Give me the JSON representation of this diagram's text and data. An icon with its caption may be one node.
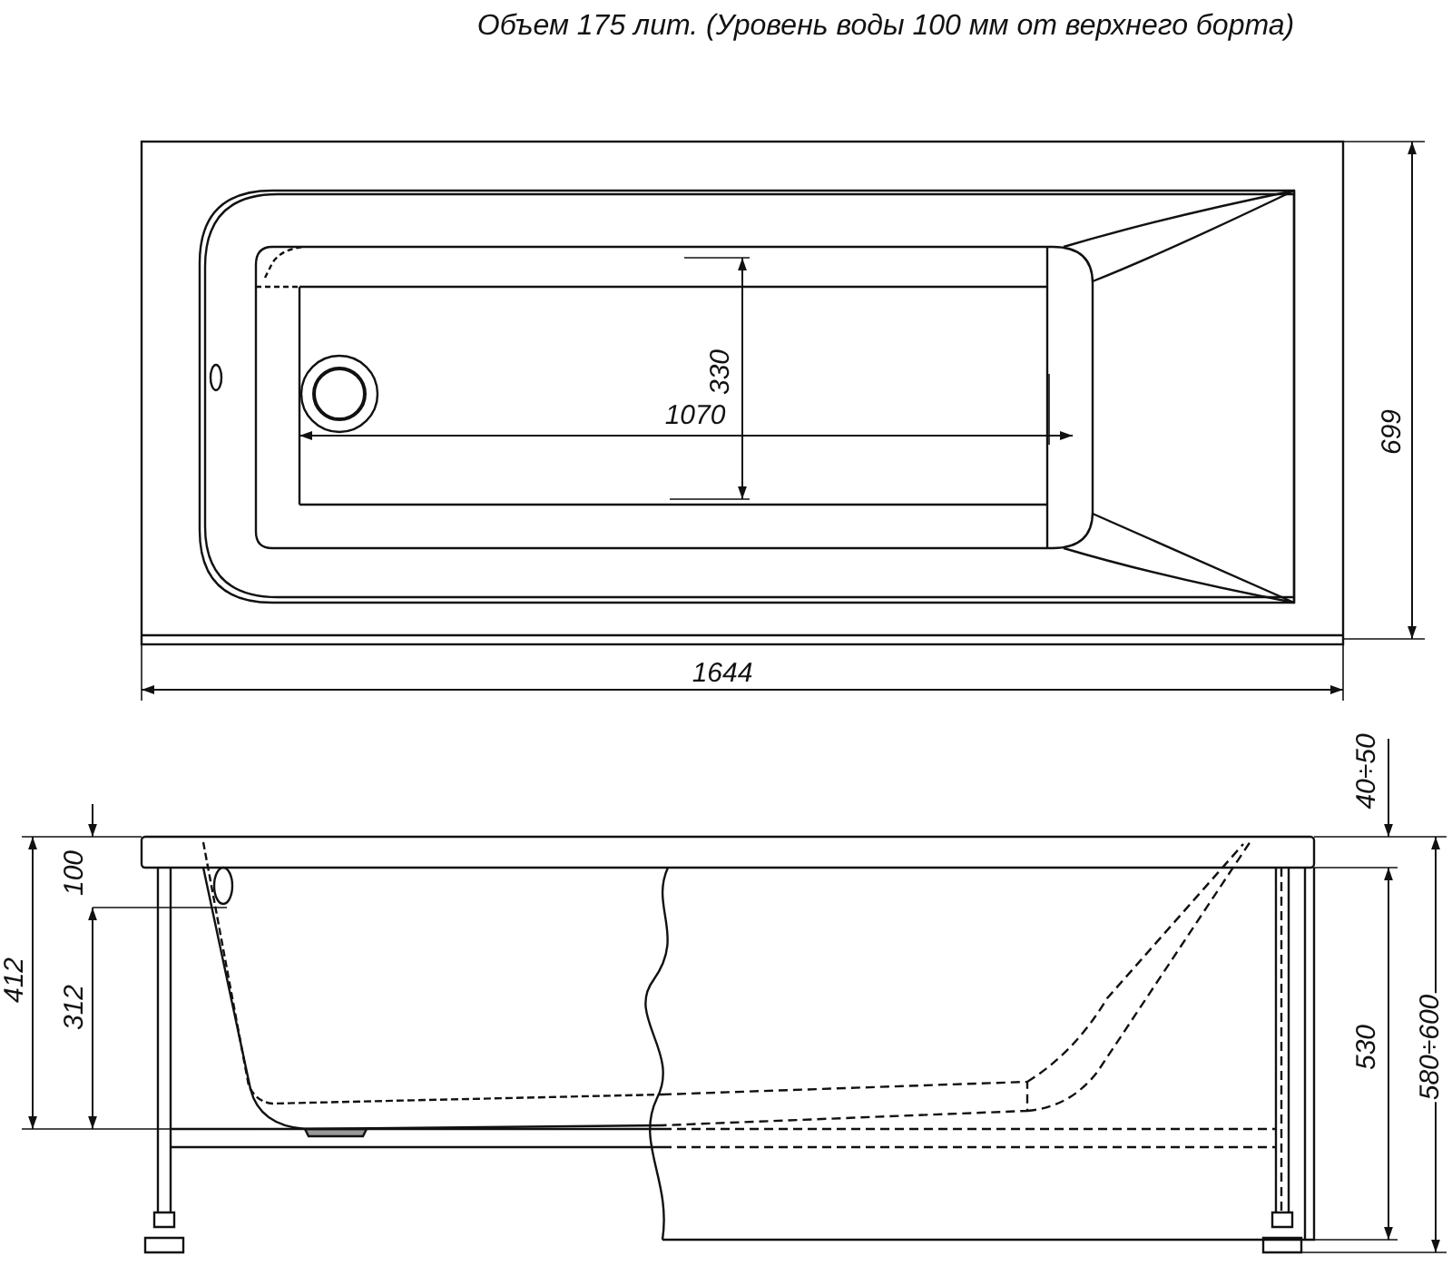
{
  "diagram": {
    "title": "Объем 175 лит. (Уровень воды 100 мм от верхнего борта)",
    "labels": [
      "330",
      "1070",
      "699",
      "1644",
      "40÷50",
      "100",
      "412",
      "312",
      "530",
      "580÷600"
    ]
  }
}
